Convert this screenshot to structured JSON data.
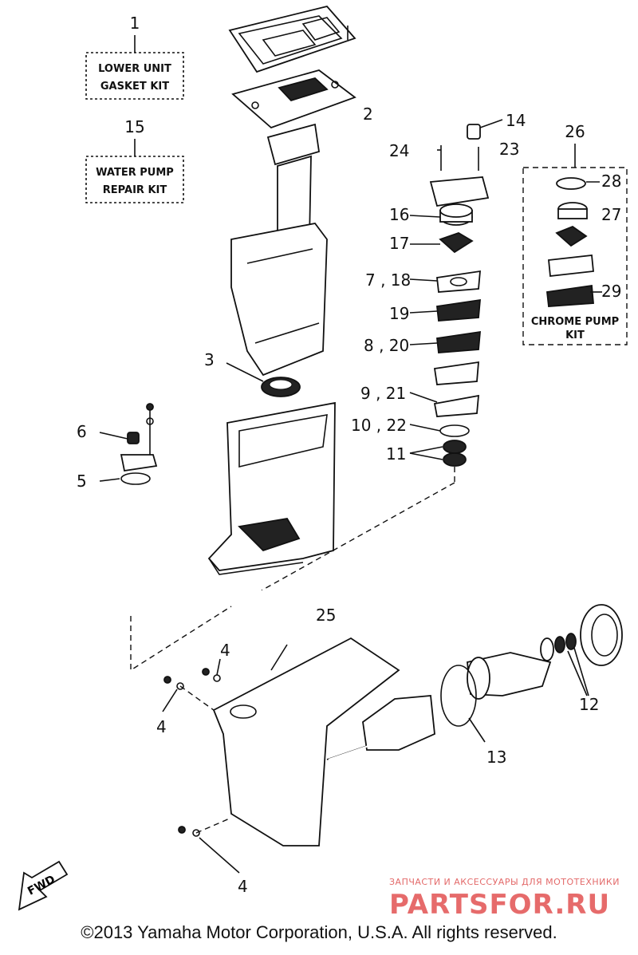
{
  "kits": {
    "lower_unit_line1": "LOWER UNIT",
    "lower_unit_line2": "GASKET KIT",
    "water_pump_line1": "WATER PUMP",
    "water_pump_line2": "REPAIR KIT",
    "chrome_pump_line1": "CHROME PUMP",
    "chrome_pump_line2": "KIT"
  },
  "callouts": {
    "c1": "1",
    "c2": "2",
    "c3": "3",
    "c4a": "4",
    "c4b": "4",
    "c4c": "4",
    "c5": "5",
    "c6": "6",
    "c7_18": "7 , 18",
    "c8_20": "8 , 20",
    "c9_21": "9 , 21",
    "c10_22": "10 , 22",
    "c11": "11",
    "c12": "12",
    "c13": "13",
    "c14": "14",
    "c15": "15",
    "c16": "16",
    "c17": "17",
    "c19": "19",
    "c23": "23",
    "c24": "24",
    "c25": "25",
    "c26": "26",
    "c27": "27",
    "c28": "28",
    "c29": "29"
  },
  "fwd_label": "FWD",
  "copyright": "©2013 Yamaha Motor Corporation, U.S.A. All rights reserved.",
  "watermark": {
    "tagline": "ЗАПЧАСТИ И АКСЕССУАРЫ ДЛЯ МОТОТЕХНИКИ",
    "brand": "PARTSFOR.RU"
  },
  "colors": {
    "ink": "#111111",
    "watermark": "#e36a6a"
  }
}
